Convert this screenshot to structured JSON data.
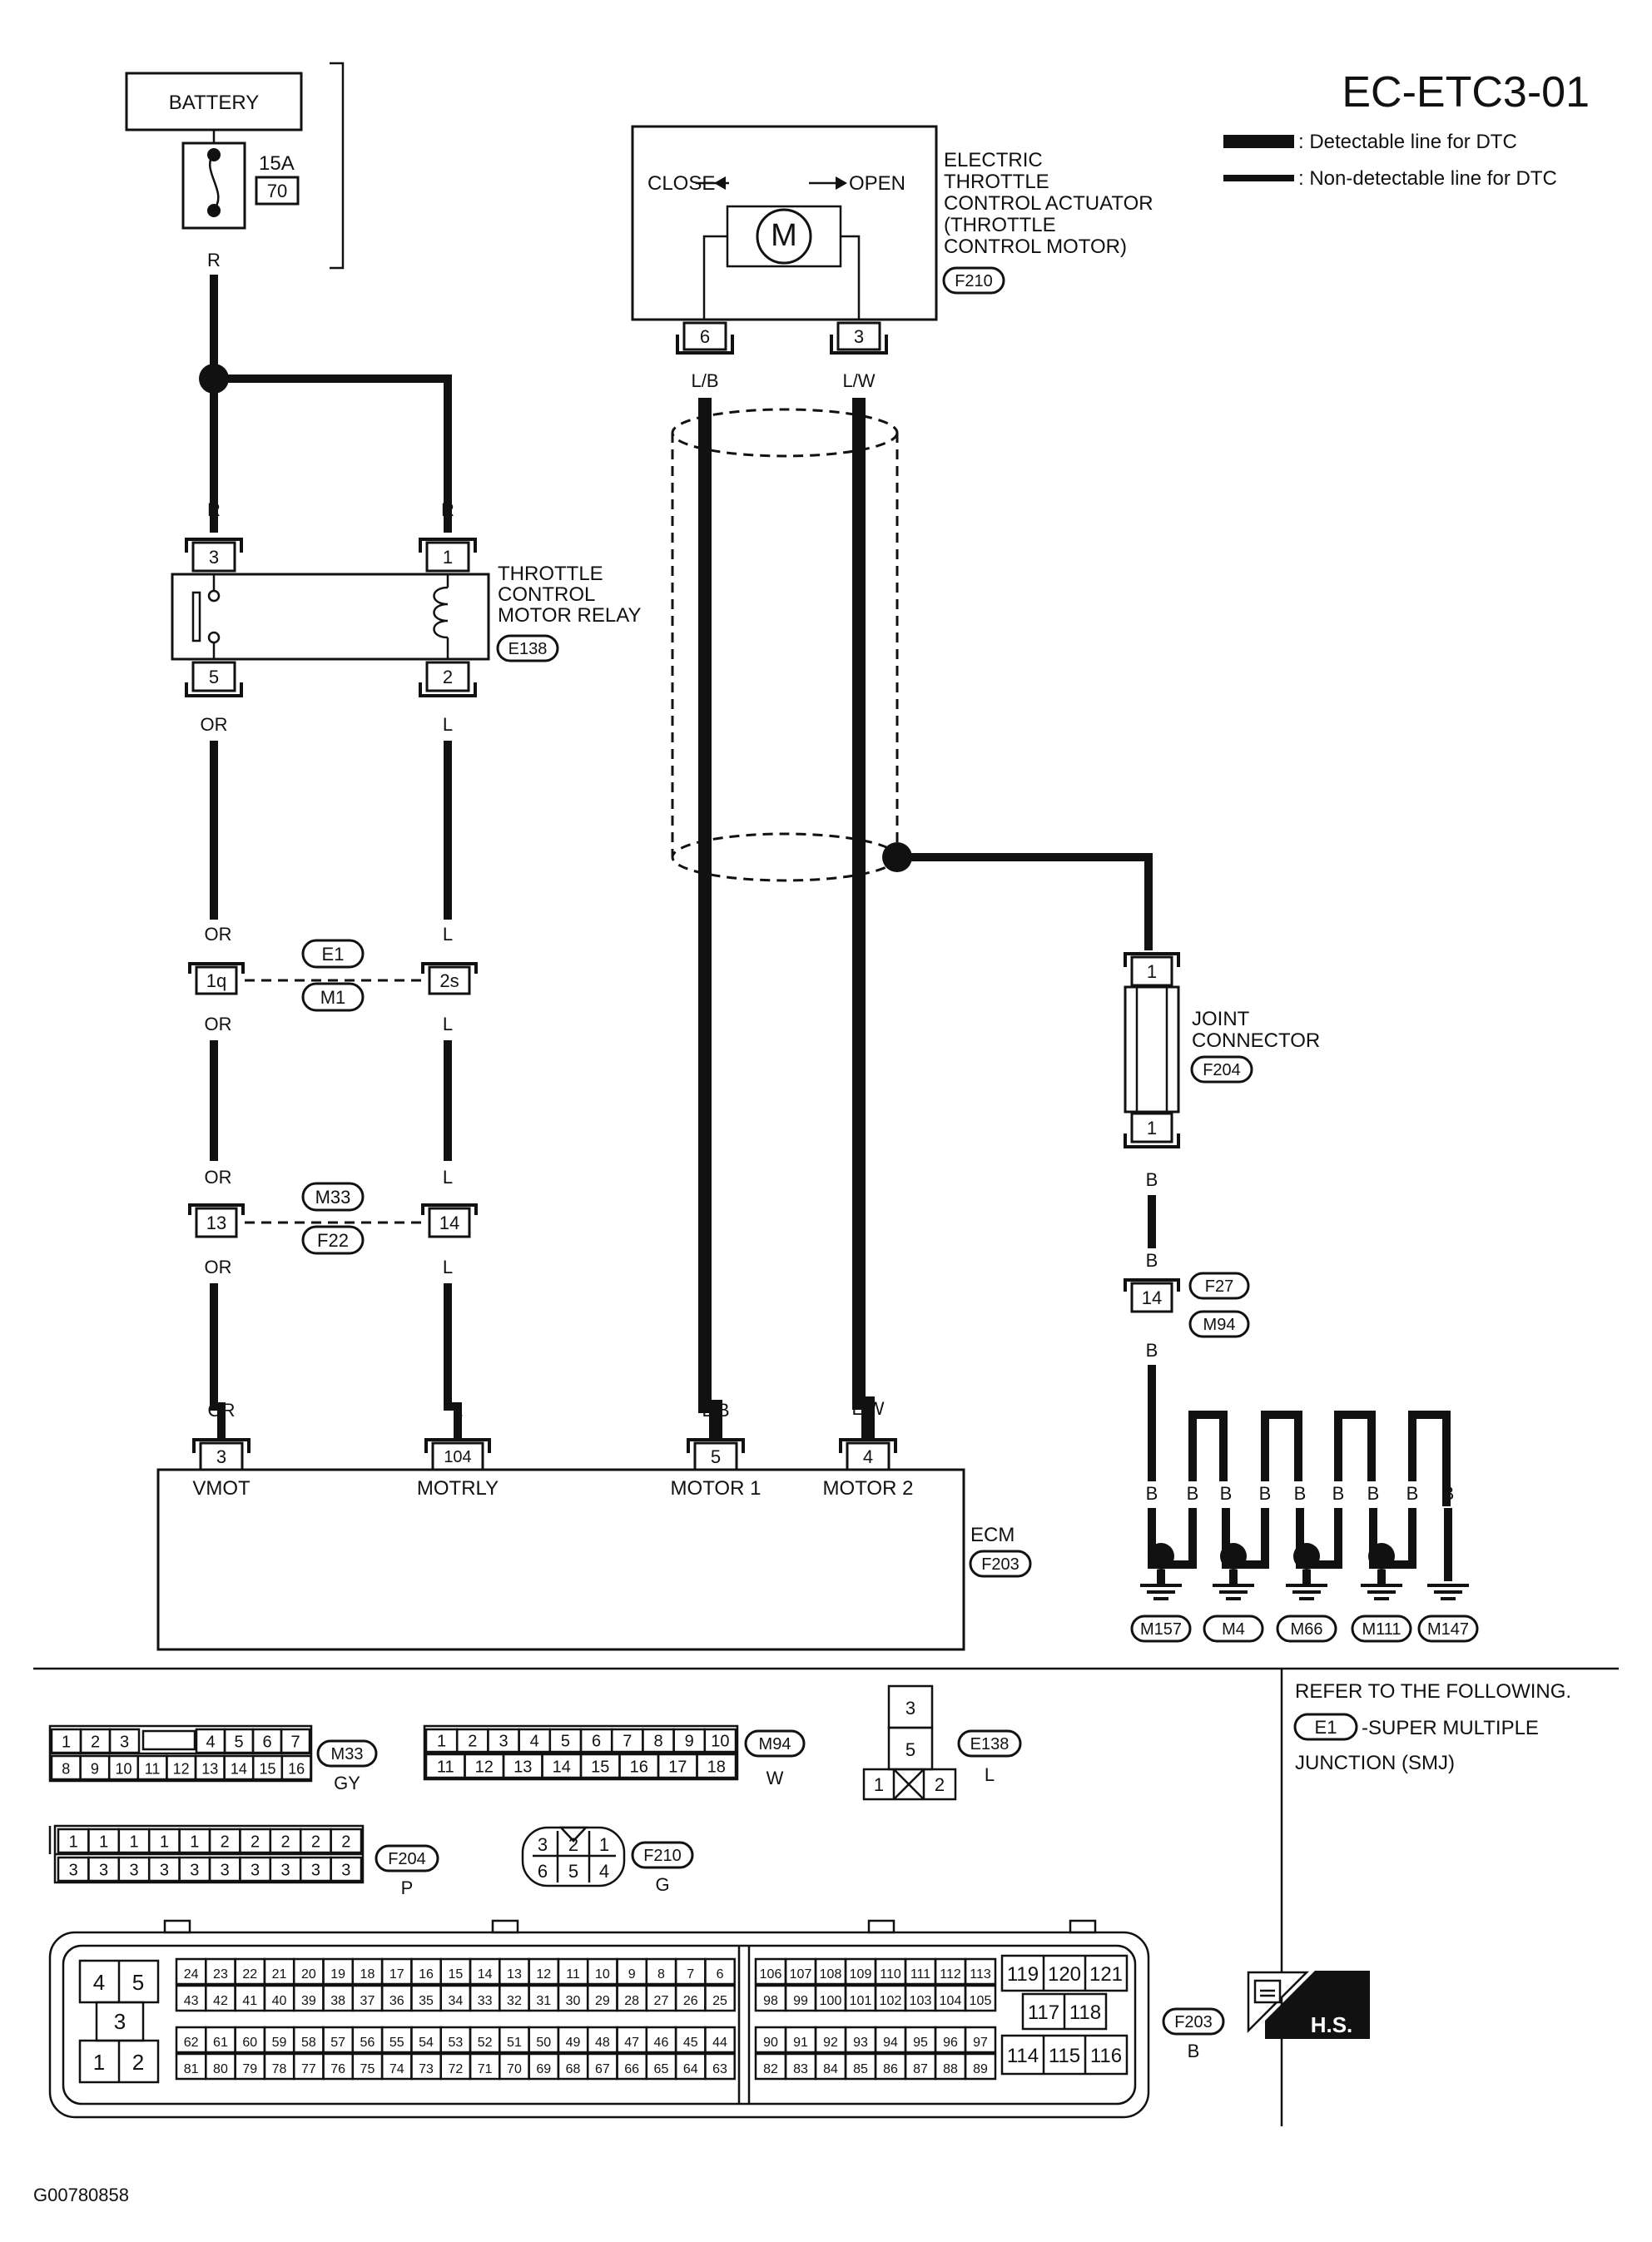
{
  "title": "EC-ETC3-01",
  "legend": {
    "detectable": ": Detectable line for DTC",
    "non_detectable": ": Non-detectable line for DTC"
  },
  "battery": {
    "label": "BATTERY",
    "fuse_rating": "15A",
    "fuse_number": "70",
    "wire_color": "R"
  },
  "actuator": {
    "name_lines": [
      "ELECTRIC",
      "THROTTLE",
      "CONTROL ACTUATOR",
      "(THROTTLE",
      "CONTROL MOTOR)"
    ],
    "connector": "F210",
    "motor_symbol": "M",
    "close_label": "CLOSE",
    "open_label": "OPEN",
    "pins": [
      "6",
      "3"
    ],
    "wire_colors": [
      "L/B",
      "L/W"
    ]
  },
  "relay": {
    "name_lines": [
      "THROTTLE",
      "CONTROL",
      "MOTOR RELAY"
    ],
    "connector": "E138",
    "pins": [
      "3",
      "1",
      "5",
      "2"
    ],
    "wire_colors_top": [
      "R",
      "R"
    ],
    "wire_colors_bottom": [
      "OR",
      "L"
    ]
  },
  "junction1": {
    "connectors": [
      "E1",
      "M1"
    ],
    "pins": [
      "1q",
      "2s"
    ],
    "wire_colors": [
      "OR",
      "L",
      "OR",
      "L"
    ]
  },
  "junction2": {
    "connectors": [
      "M33",
      "F22"
    ],
    "pins": [
      "13",
      "14"
    ],
    "wire_colors": [
      "OR",
      "L",
      "OR",
      "L"
    ]
  },
  "joint_connector": {
    "name_lines": [
      "JOINT",
      "CONNECTOR"
    ],
    "connector": "F204",
    "pins": [
      "1",
      "1"
    ],
    "wire_color": "B"
  },
  "ground_junction": {
    "connectors": [
      "F27",
      "M94"
    ],
    "pin": "14",
    "wire_colors": [
      "B",
      "B"
    ]
  },
  "grounds": {
    "wire_colors": [
      "B",
      "B",
      "B",
      "B",
      "B",
      "B",
      "B",
      "B",
      "B"
    ],
    "points": [
      "M157",
      "M4",
      "M66",
      "M111",
      "M147"
    ]
  },
  "ecm": {
    "label": "ECM",
    "connector": "F203",
    "pins": [
      "3",
      "104",
      "5",
      "4"
    ],
    "terminals": [
      "VMOT",
      "MOTRLY",
      "MOTOR 1",
      "MOTOR 2"
    ],
    "wire_colors": [
      "OR",
      "L",
      "L/B",
      "L/W"
    ]
  },
  "connector_views": {
    "m33": {
      "id": "M33",
      "color": "GY",
      "top_left": [
        "1",
        "2",
        "3"
      ],
      "top_right": [
        "4",
        "5",
        "6",
        "7"
      ],
      "bottom": [
        "8",
        "9",
        "10",
        "11",
        "12",
        "13",
        "14",
        "15",
        "16"
      ]
    },
    "m94": {
      "id": "M94",
      "color": "W",
      "top": [
        "1",
        "2",
        "3",
        "4",
        "5",
        "6",
        "7",
        "8",
        "9",
        "10"
      ],
      "bottom": [
        "11",
        "12",
        "13",
        "14",
        "15",
        "16",
        "17",
        "18"
      ]
    },
    "e138": {
      "id": "E138",
      "color": "L",
      "pins": [
        "3",
        "5",
        "1",
        "2"
      ]
    },
    "f204": {
      "id": "F204",
      "color": "P",
      "top": [
        "1",
        "1",
        "1",
        "1",
        "1",
        "2",
        "2",
        "2",
        "2",
        "2"
      ],
      "bottom": [
        "3",
        "3",
        "3",
        "3",
        "3",
        "3",
        "3",
        "3",
        "3",
        "3"
      ]
    },
    "f210": {
      "id": "F210",
      "color": "G",
      "top": [
        "3",
        "2",
        "1"
      ],
      "bottom": [
        "6",
        "5",
        "4"
      ]
    },
    "f203": {
      "id": "F203",
      "color": "B",
      "power": [
        "4",
        "5",
        "3",
        "1",
        "2"
      ],
      "row1": [
        "24",
        "23",
        "22",
        "21",
        "20",
        "19",
        "18",
        "17",
        "16",
        "15",
        "14",
        "13",
        "12",
        "11",
        "10",
        "9",
        "8",
        "7",
        "6"
      ],
      "row2": [
        "43",
        "42",
        "41",
        "40",
        "39",
        "38",
        "37",
        "36",
        "35",
        "34",
        "33",
        "32",
        "31",
        "30",
        "29",
        "28",
        "27",
        "26",
        "25"
      ],
      "row3": [
        "62",
        "61",
        "60",
        "59",
        "58",
        "57",
        "56",
        "55",
        "54",
        "53",
        "52",
        "51",
        "50",
        "49",
        "48",
        "47",
        "46",
        "45",
        "44"
      ],
      "row4": [
        "81",
        "80",
        "79",
        "78",
        "77",
        "76",
        "75",
        "74",
        "73",
        "72",
        "71",
        "70",
        "69",
        "68",
        "67",
        "66",
        "65",
        "64",
        "63"
      ],
      "mid1": [
        "106",
        "107",
        "108",
        "109",
        "110",
        "111",
        "112",
        "113"
      ],
      "mid2": [
        "98",
        "99",
        "100",
        "101",
        "102",
        "103",
        "104",
        "105"
      ],
      "mid3": [
        "90",
        "91",
        "92",
        "93",
        "94",
        "95",
        "96",
        "97"
      ],
      "mid4": [
        "82",
        "83",
        "84",
        "85",
        "86",
        "87",
        "88",
        "89"
      ],
      "right1": [
        "119",
        "120",
        "121"
      ],
      "right2": [
        "117",
        "118"
      ],
      "right3": [
        "114",
        "115",
        "116"
      ]
    }
  },
  "reference": {
    "line1": "REFER TO THE FOLLOWING.",
    "connector": "E1",
    "line2": "-SUPER MULTIPLE",
    "line3": "JUNCTION (SMJ)"
  },
  "hs_label": "H.S.",
  "figure_id": "G00780858"
}
